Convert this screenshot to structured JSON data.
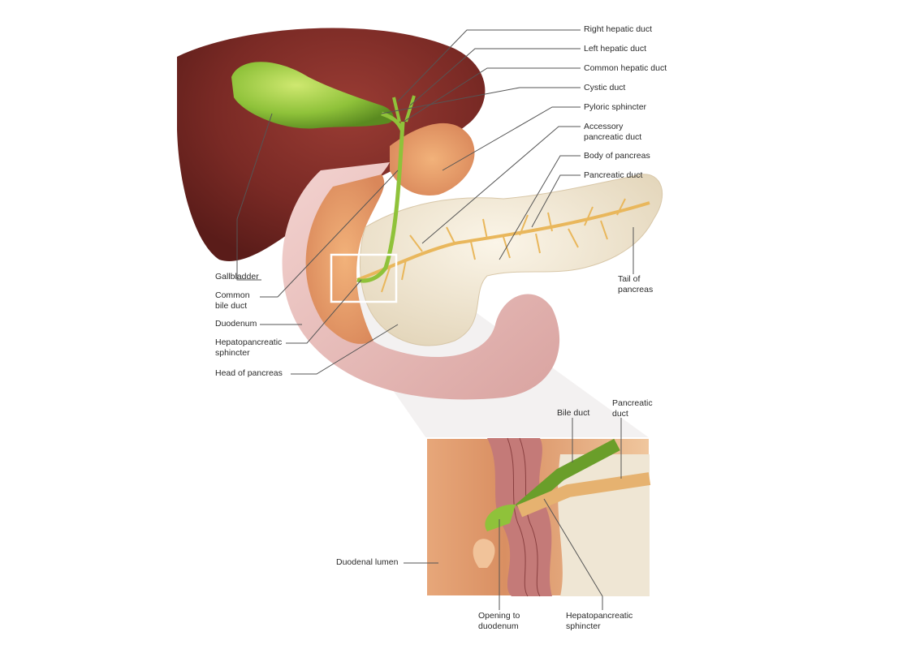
{
  "labels": {
    "right_hepatic_duct": "Right hepatic duct",
    "left_hepatic_duct": "Left hepatic duct",
    "common_hepatic_duct": "Common hepatic duct",
    "cystic_duct": "Cystic duct",
    "pyloric_sphincter": "Pyloric sphincter",
    "accessory_pancreatic_duct": "Accessory\npancreatic duct",
    "body_of_pancreas": "Body of pancreas",
    "pancreatic_duct": "Pancreatic duct",
    "tail_of_pancreas": "Tail of\npancreas",
    "gallbladder": "Gallbladder",
    "common_bile_duct": "Common\nbile duct",
    "duodenum": "Duodenum",
    "hepatopancreatic_sphincter": "Hepatopancreatic\nsphincter",
    "head_of_pancreas": "Head of pancreas"
  },
  "inset_labels": {
    "bile_duct": "Bile duct",
    "pancreatic_duct": "Pancreatic\nduct",
    "duodenal_lumen": "Duodenal lumen",
    "opening_to_duodenum": "Opening to\nduodenum",
    "hepatopancreatic_sphincter": "Hepatopancreatic\nsphincter"
  },
  "colors": {
    "liver": "#7a2a25",
    "gallbladder": "#8fc23a",
    "pancreas": "#f3e8d2",
    "pancreatic_duct": "#e9b75c",
    "duodenum": "#ecc3c0",
    "duodenum_inner": "#e8a06a",
    "highlight_box": "#ffffff"
  }
}
